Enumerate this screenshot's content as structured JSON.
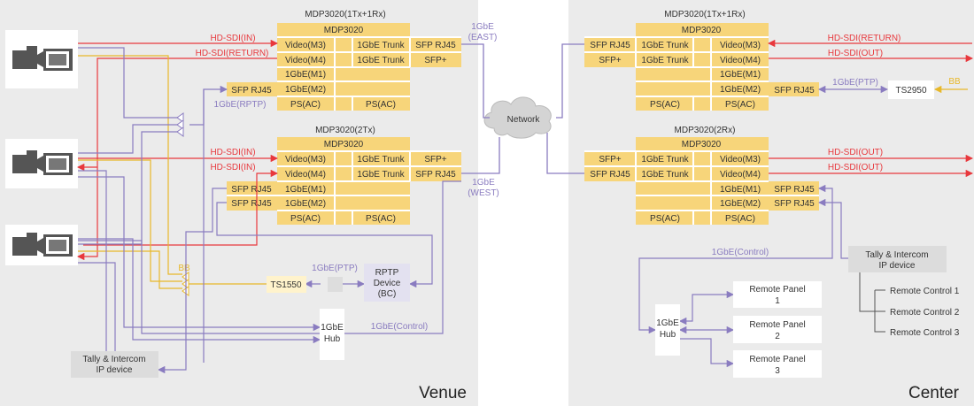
{
  "regions": {
    "venue": "Venue",
    "center": "Center"
  },
  "network": "Network",
  "units": {
    "v_top": {
      "title": "MDP3020(1Tx+1Rx)",
      "name": "MDP3020",
      "video_m3": "Video(M3)",
      "video_m4": "Video(M4)",
      "gbe_m1": "1GbE(M1)",
      "gbe_m2": "1GbE(M2)",
      "trunk1": "1GbE Trunk",
      "trunk2": "1GbE Trunk",
      "port1": "SFP RJ45",
      "port2": "SFP+",
      "ps1": "PS(AC)",
      "ps2": "PS(AC)",
      "sfp_side": "SFP RJ45"
    },
    "v_bot": {
      "title": "MDP3020(2Tx)",
      "name": "MDP3020",
      "video_m3": "Video(M3)",
      "video_m4": "Video(M4)",
      "gbe_m1": "1GbE(M1)",
      "gbe_m2": "1GbE(M2)",
      "trunk1": "1GbE Trunk",
      "trunk2": "1GbE Trunk",
      "port1": "SFP+",
      "port2": "SFP RJ45",
      "ps1": "PS(AC)",
      "ps2": "PS(AC)",
      "sfp_side1": "SFP RJ45",
      "sfp_side2": "SFP RJ45"
    },
    "c_top": {
      "title": "MDP3020(1Tx+1Rx)",
      "name": "MDP3020",
      "port1": "SFP RJ45",
      "port2": "SFP+",
      "trunk1": "1GbE Trunk",
      "trunk2": "1GbE Trunk",
      "video_m3": "Video(M3)",
      "video_m4": "Video(M4)",
      "gbe_m1": "1GbE(M1)",
      "gbe_m2": "1GbE(M2)",
      "ps1": "PS(AC)",
      "ps2": "PS(AC)",
      "sfp_side": "SFP RJ45"
    },
    "c_bot": {
      "title": "MDP3020(2Rx)",
      "name": "MDP3020",
      "port1": "SFP+",
      "port2": "SFP RJ45",
      "trunk1": "1GbE Trunk",
      "trunk2": "1GbE Trunk",
      "video_m3": "Video(M3)",
      "video_m4": "Video(M4)",
      "gbe_m1": "1GbE(M1)",
      "gbe_m2": "1GbE(M2)",
      "ps1": "PS(AC)",
      "ps2": "PS(AC)",
      "sfp_side1": "SFP RJ45",
      "sfp_side2": "SFP RJ45"
    }
  },
  "signals": {
    "hdsdi_in": "HD-SDI(IN)",
    "hdsdi_return": "HD-SDI(RETURN)",
    "hdsdi_out": "HD-SDI(OUT)",
    "rptp": "1GbE(RPTP)",
    "ptp": "1GbE(PTP)",
    "control": "1GbE(Control)",
    "bb": "BB",
    "east_a": "1GbE",
    "east_b": "(EAST)",
    "west_a": "1GbE",
    "west_b": "(WEST)"
  },
  "devices": {
    "ts1550": "TS1550",
    "ts2950": "TS2950",
    "rptp_1": "RPTP",
    "rptp_2": "Device",
    "rptp_3": "(BC)",
    "venue_hub_1": "1GbE",
    "venue_hub_2": "Hub",
    "center_hub_1": "1GbE",
    "center_hub_2": "Hub",
    "venue_tally_1": "Tally & Intercom",
    "venue_tally_2": "IP device",
    "center_tally_1": "Tally & Intercom",
    "center_tally_2": "IP device",
    "panel1_a": "Remote Panel",
    "panel1_b": "1",
    "panel2_a": "Remote Panel",
    "panel2_b": "2",
    "panel3_a": "Remote Panel",
    "panel3_b": "3",
    "rc1": "Remote Control 1",
    "rc2": "Remote Control 2",
    "rc3": "Remote Control 3"
  },
  "colors": {
    "sdi": "#e8383d",
    "ip": "#8a7cc0",
    "sync": "#e8b82a",
    "unit": "#f7d57a",
    "unit_dark": "#f3c95e",
    "background": "#ebebeb"
  }
}
